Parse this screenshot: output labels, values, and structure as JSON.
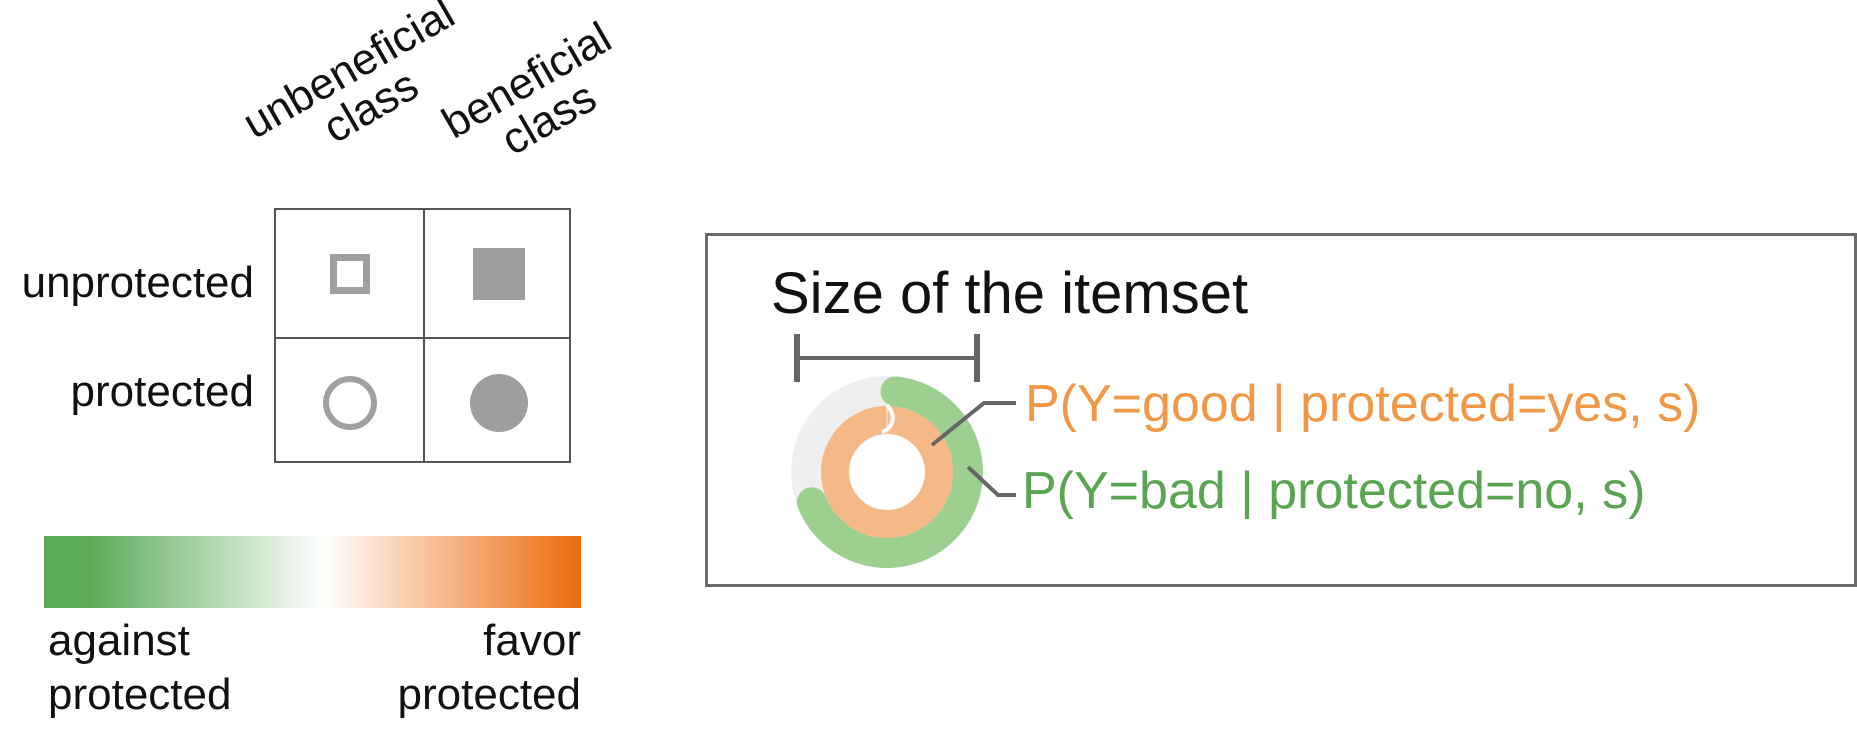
{
  "matrix": {
    "columns": [
      {
        "line1": "unbeneficial",
        "line2": "class"
      },
      {
        "line1": "beneficial",
        "line2": "class"
      }
    ],
    "rows": [
      "unprotected",
      "protected"
    ],
    "glyphs": [
      [
        "square-hollow-icon",
        "square-filled-icon"
      ],
      [
        "circle-hollow-icon",
        "circle-filled-icon"
      ]
    ]
  },
  "color_scale": {
    "left_label": {
      "line1": "against",
      "line2": "protected"
    },
    "right_label": {
      "line1": "favor",
      "line2": "protected"
    },
    "colors": [
      "#5aaa57",
      "#ffffff",
      "#ed6a0c"
    ]
  },
  "glyph_legend": {
    "size_title": "Size of the itemset",
    "inner_ring_label": "P(Y=good | protected=yes, s)",
    "outer_ring_label": "P(Y=bad | protected=no, s)",
    "colors": {
      "inner_ring": "#f5b887",
      "outer_ring": "#9ccf90",
      "ring_remainder": "#efefef",
      "inner_label": "#ef9848",
      "outer_label": "#5aa551",
      "leader": "#666666"
    }
  }
}
